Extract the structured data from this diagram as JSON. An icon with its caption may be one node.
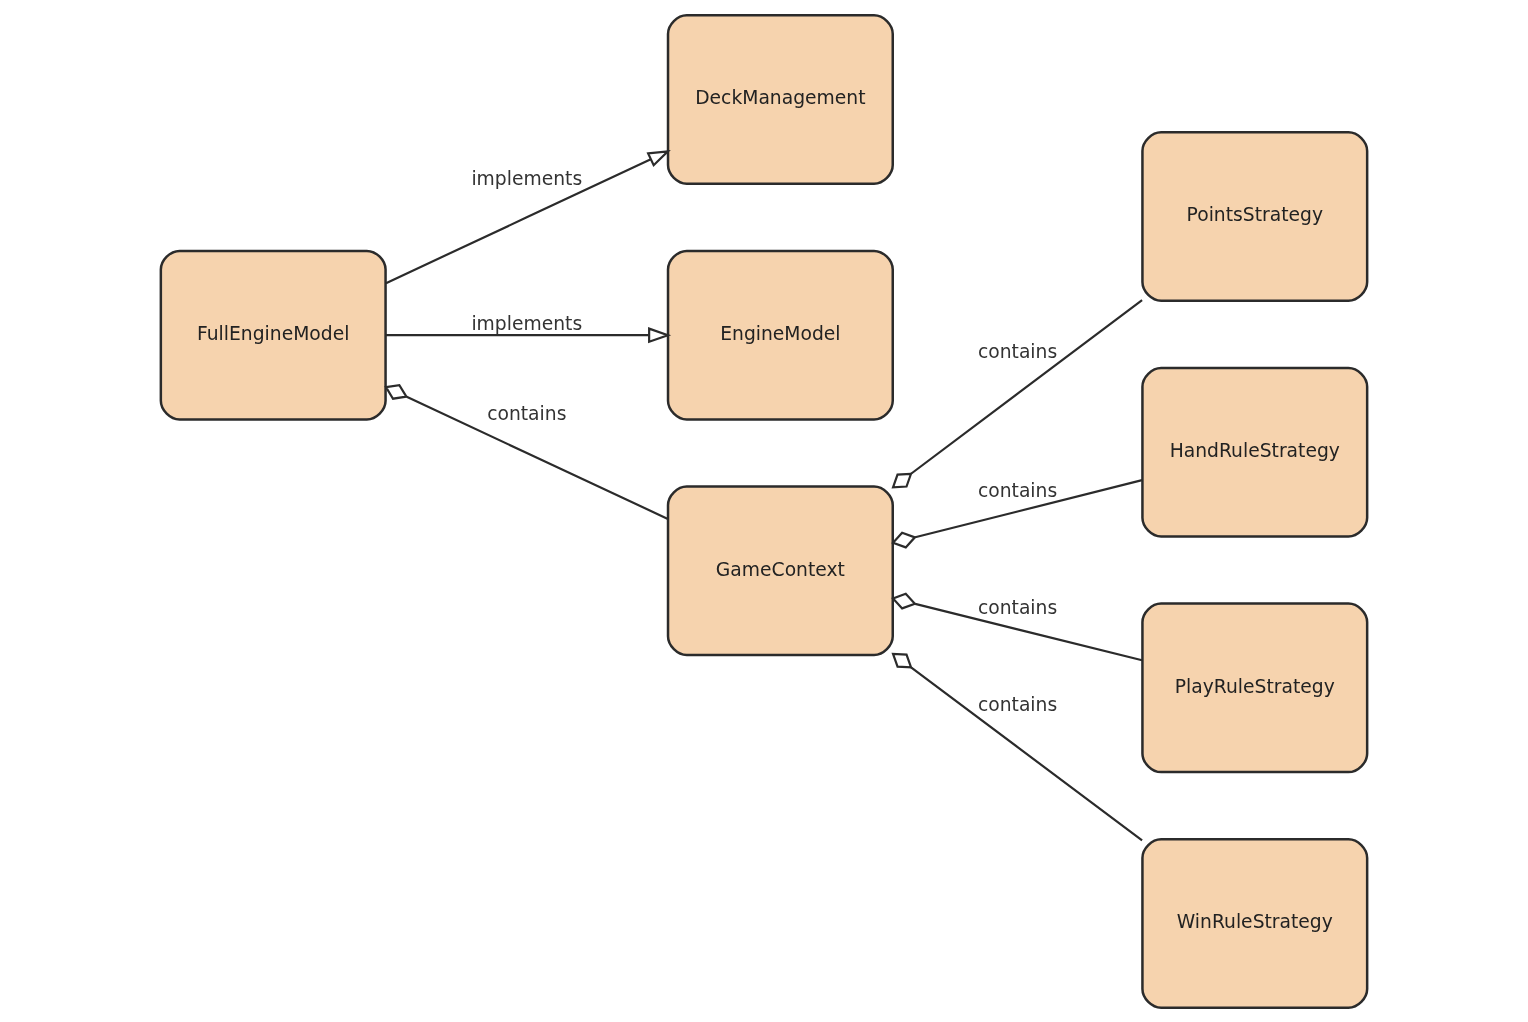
{
  "diagram": {
    "nodes": [
      {
        "text": [
          "DeckManagement"
        ]
      },
      {
        "text": [
          "EngineModel"
        ]
      },
      {
        "text": [
          "FullEngineModel"
        ]
      },
      {
        "text": [
          "GameContext"
        ]
      },
      {
        "text": [
          "PointsStrategy"
        ]
      },
      {
        "text": [
          "HandRuleStrategy"
        ]
      },
      {
        "text": [
          "PlayRuleStrategy"
        ]
      },
      {
        "text": [
          "WinRuleStrategy"
        ]
      }
    ],
    "edges": [
      {
        "from": 2,
        "to": 0,
        "arrow": "to",
        "label": "implements"
      },
      {
        "from": 2,
        "to": 1,
        "arrow": "to",
        "label": "implements"
      },
      {
        "from": 2,
        "to": 3,
        "arrow": "other",
        "label": "contains"
      },
      {
        "from": 3,
        "to": 4,
        "arrow": "other",
        "label": "contains"
      },
      {
        "from": 3,
        "to": 5,
        "arrow": "other",
        "label": "contains"
      },
      {
        "from": 3,
        "to": 6,
        "arrow": "other",
        "label": "contains"
      },
      {
        "from": 3,
        "to": 7,
        "arrow": "other",
        "label": "contains"
      }
    ]
  }
}
